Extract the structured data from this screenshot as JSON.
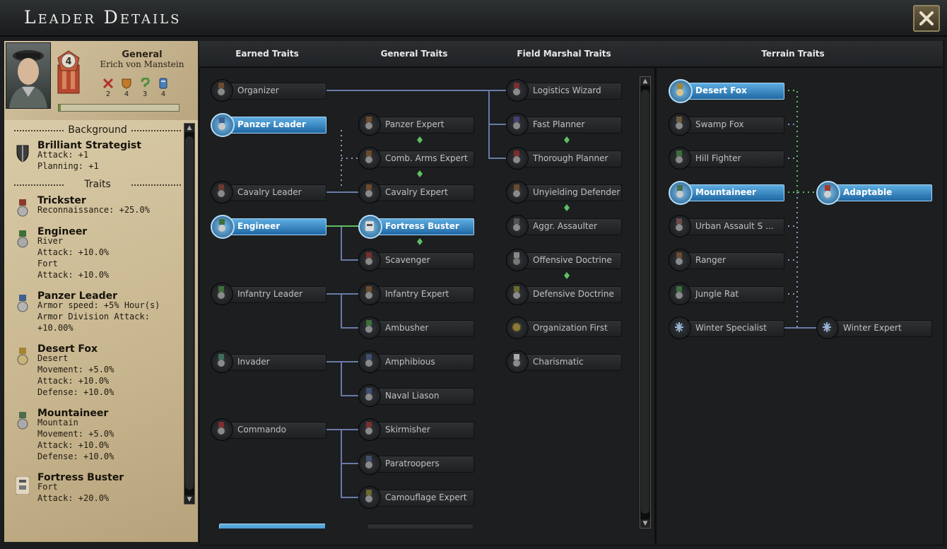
{
  "window": {
    "title": "Leader Details"
  },
  "leader": {
    "rank": "General",
    "name": "Erich von Manstein",
    "level": "4",
    "stats": [
      {
        "icon": "attack-swords-icon",
        "value": "2",
        "color": "#b3312b"
      },
      {
        "icon": "defense-shield-icon",
        "value": "4",
        "color": "#c07a2a"
      },
      {
        "icon": "planning-icon",
        "value": "3",
        "color": "#4f8f3a"
      },
      {
        "icon": "logistics-icon",
        "value": "4",
        "color": "#4c7fb7"
      }
    ],
    "xp_fraction": 0.02
  },
  "left_panel": {
    "background_heading": "Background",
    "traits_heading": "Traits",
    "background": [
      {
        "name": "Brilliant Strategist",
        "lines": [
          "Attack: +1",
          "Planning: +1"
        ]
      }
    ],
    "traits": [
      {
        "name": "Trickster",
        "lines": [
          "Reconnaissance: +25.0%"
        ]
      },
      {
        "name": "Engineer",
        "lines": [
          "River",
          "Attack:  +10.0%",
          "Fort",
          "Attack:  +10.0%"
        ]
      },
      {
        "name": "Panzer Leader",
        "lines": [
          "Armor speed: +5% Hour(s)",
          "Armor Division Attack:",
          "+10.00%"
        ]
      },
      {
        "name": "Desert Fox",
        "lines": [
          "Desert",
          "Movement:  +5.0%",
          "Attack:  +10.0%",
          "Defense:  +10.0%"
        ]
      },
      {
        "name": "Mountaineer",
        "lines": [
          "Mountain",
          "Movement:  +5.0%",
          "Attack:  +10.0%",
          "Defense:  +10.0%"
        ]
      },
      {
        "name": "Fortress Buster",
        "lines": [
          "Fort",
          "Attack:  +20.0%"
        ]
      }
    ]
  },
  "columns": {
    "earned": "Earned Traits",
    "general": "General Traits",
    "field_marshal": "Field Marshal Traits",
    "terrain": "Terrain Traits"
  },
  "nodes": {
    "organizer": "Organizer",
    "panzer_leader": "Panzer Leader",
    "cavalry_leader": "Cavalry Leader",
    "engineer": "Engineer",
    "infantry_leader": "Infantry Leader",
    "invader": "Invader",
    "commando": "Commando",
    "panzer_expert": "Panzer Expert",
    "comb_arms_expert": "Comb. Arms Expert",
    "cavalry_expert": "Cavalry Expert",
    "fortress_buster": "Fortress Buster",
    "scavenger": "Scavenger",
    "infantry_expert": "Infantry Expert",
    "ambusher": "Ambusher",
    "amphibious": "Amphibious",
    "naval_liason": "Naval Liason",
    "skirmisher": "Skirmisher",
    "paratroopers": "Paratroopers",
    "camouflage_expert": "Camouflage Expert",
    "logistics_wizard": "Logistics Wizard",
    "fast_planner": "Fast Planner",
    "thorough_planner": "Thorough Planner",
    "unyielding_defender": "Unyielding Defender",
    "aggr_assaulter": "Aggr. Assaulter",
    "offensive_doctrine": "Offensive Doctrine",
    "defensive_doctrine": "Defensive Doctrine",
    "organization_first": "Organization First",
    "charismatic": "Charismatic",
    "desert_fox": "Desert Fox",
    "swamp_fox": "Swamp Fox",
    "hill_fighter": "Hill Fighter",
    "mountaineer": "Mountaineer",
    "urban_assault": "Urban Assault S ...",
    "ranger": "Ranger",
    "jungle_rat": "Jungle Rat",
    "winter_specialist": "Winter Specialist",
    "adaptable": "Adaptable",
    "winter_expert": "Winter Expert"
  },
  "colors": {
    "selected": "#2d7fc1",
    "link_active": "#5fbf63",
    "link_default": "#6a7aa8"
  }
}
